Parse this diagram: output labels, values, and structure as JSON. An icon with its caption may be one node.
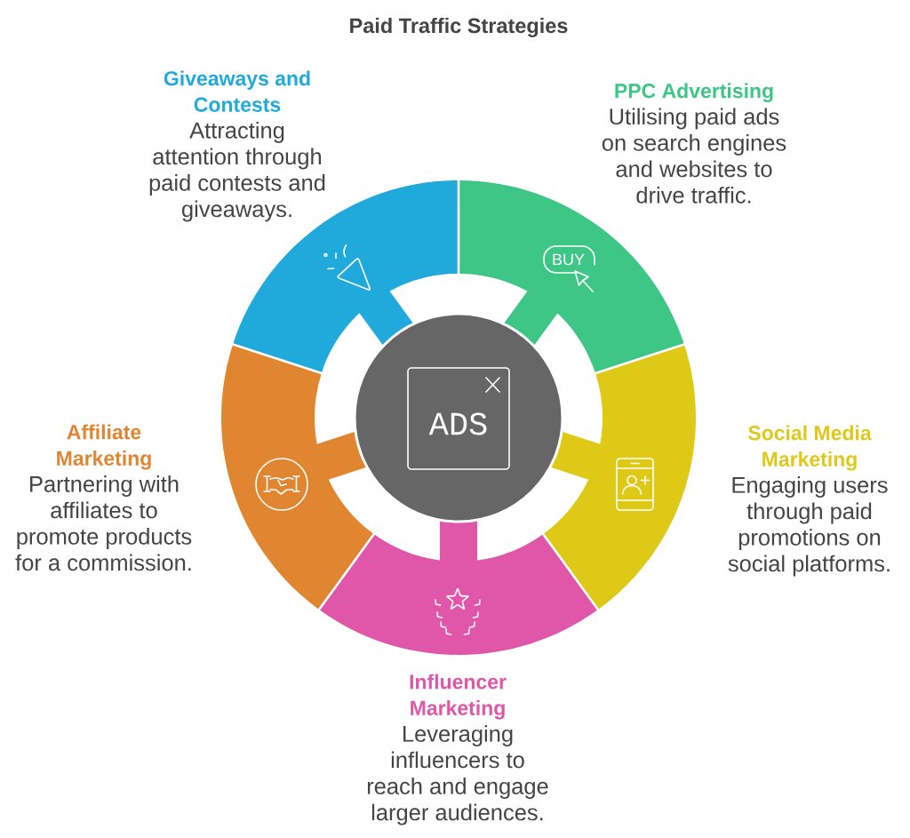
{
  "diagram": {
    "title": "Paid Traffic Strategies",
    "nodes": [
      {
        "text": [
          "Giveaways and Contests",
          "Attracting attention through paid contests and giveaways."
        ]
      },
      {
        "text": [
          "PPC Advertising",
          "Utilising paid ads on search engines and websites to drive traffic.",
          "BUY"
        ]
      },
      {
        "text": [
          "Affiliate Marketing",
          "Partnering with affiliates to promote products for a commission."
        ]
      },
      {
        "text": [
          "Social Media Marketing",
          "Engaging users through paid promotions on social platforms."
        ]
      },
      {
        "text": [
          "Influencer Marketing",
          "Leveraging influencers to reach and engage larger audiences."
        ]
      },
      {
        "text": [
          "ADS"
        ]
      }
    ]
  }
}
